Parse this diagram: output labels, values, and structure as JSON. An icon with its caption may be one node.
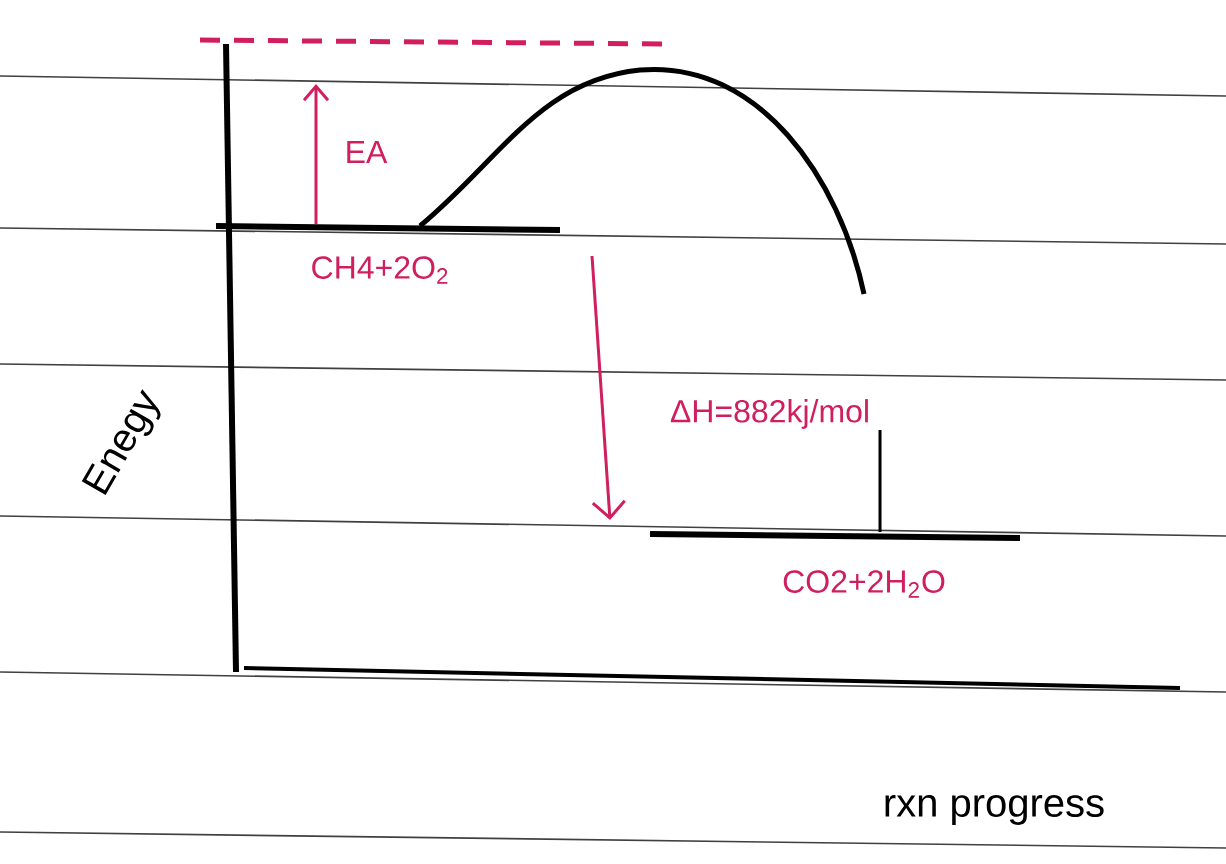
{
  "diagram": {
    "labels": [
      "EA",
      "CH4+2O$_{2}$",
      "ΔH=882kj/mol",
      "Enegy",
      "CO2+2H$_{2}$O",
      "rxn progress"
    ]
  }
}
